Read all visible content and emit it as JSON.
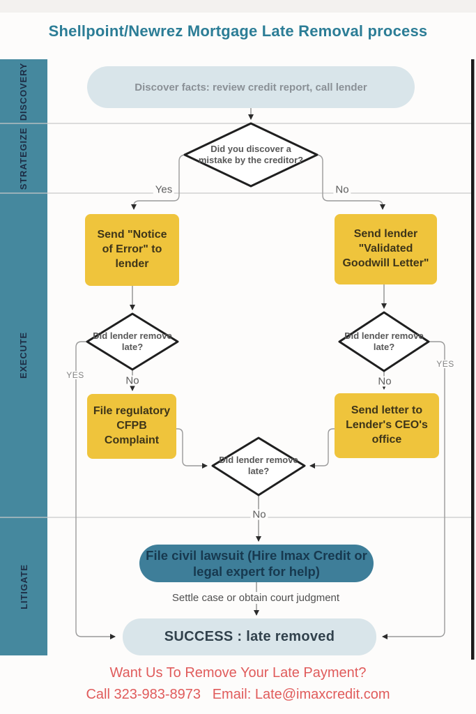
{
  "colors": {
    "sidebar_teal": "#45889e",
    "title_teal": "#2c7d96",
    "yellow": "#efc43c",
    "yellow_text": "#3e3519",
    "teal_pill": "#3e7e99",
    "teal_pill_text": "#17394f",
    "light_blue": "#d9e5ea",
    "footer_red": "#e05b5b"
  },
  "title": "Shellpoint/Newrez Mortgage Late Removal process",
  "sidebar": {
    "phases": [
      {
        "label": "DISCOVERY"
      },
      {
        "label": "STRATEGIZE"
      },
      {
        "label": "EXECUTE"
      },
      {
        "label": "LITIGATE"
      }
    ]
  },
  "flow": {
    "start": "Discover facts: review credit report, call lender",
    "decision_mistake": "Did you discover a mistake by the creditor?",
    "label_yes": "Yes",
    "label_no": "No",
    "label_yes_side": "YES",
    "notice_of_error": "Send \"Notice of Error\" to lender",
    "goodwill_letter": "Send lender \"Validated Goodwill Letter\"",
    "decision_remove": "Did lender remove late?",
    "cfpb_complaint": "File regulatory CFPB Complaint",
    "ceo_letter": "Send letter to Lender's CEO's office",
    "lawsuit": "File civil lawsuit (Hire Imax Credit or legal expert for help)",
    "settle": "Settle case or obtain court judgment",
    "success": "SUCCESS : late removed"
  },
  "footer": {
    "line1": "Want Us To Remove Your Late Payment?",
    "line2": "Call 323-983-8973   Email: Late@imaxcredit.com"
  }
}
